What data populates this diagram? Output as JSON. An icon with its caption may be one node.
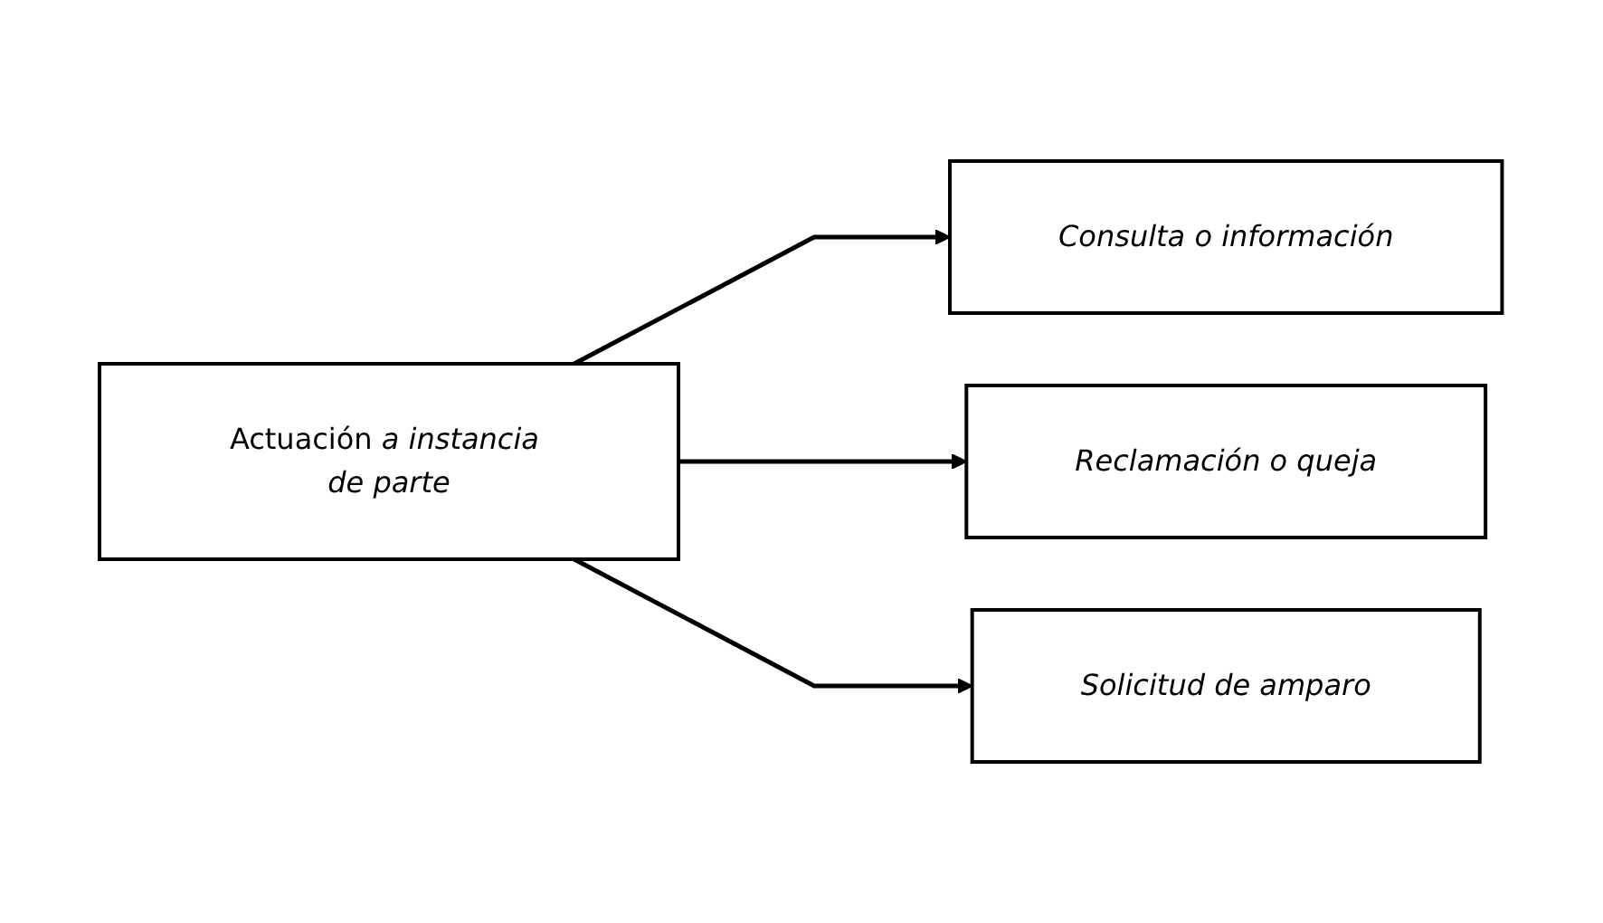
{
  "diagram": {
    "nodes": [
      {
        "text": [
          "Actuación *a instancia de parte*"
        ]
      },
      {
        "text": [
          "Consulta o información"
        ]
      },
      {
        "text": [
          "Reclamación o queja"
        ]
      },
      {
        "text": [
          "Solicitud de amparo"
        ]
      }
    ],
    "edges": [
      {
        "from": 0,
        "to": 1,
        "arrow": "to"
      },
      {
        "from": 0,
        "to": 2,
        "arrow": "to"
      },
      {
        "from": 0,
        "to": 3,
        "arrow": "to"
      }
    ]
  }
}
